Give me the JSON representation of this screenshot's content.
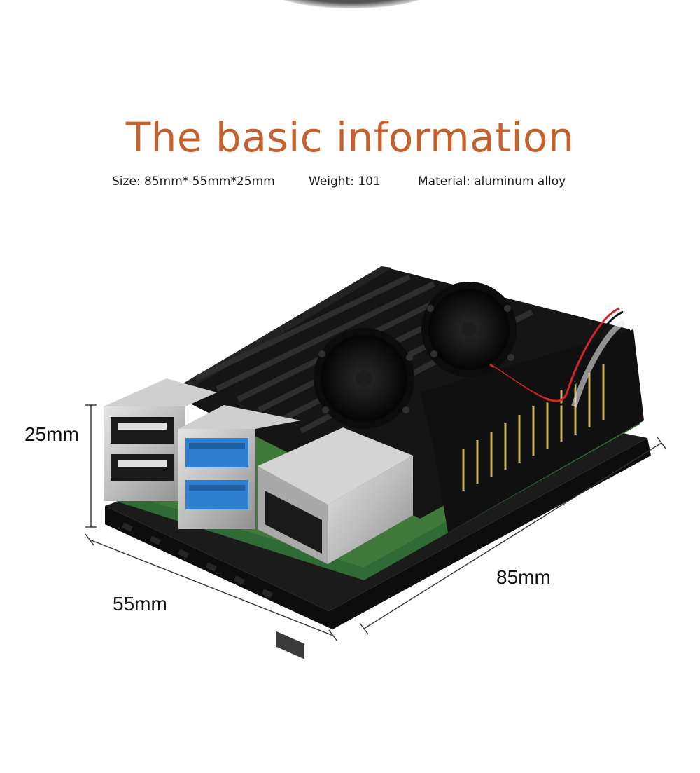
{
  "title": "The basic information",
  "specs": {
    "size": "Size: 85mm* 55mm*25mm",
    "weight": "Weight: 101",
    "material": "Material: aluminum alloy"
  },
  "dimensions": {
    "height": "25mm",
    "width": "55mm",
    "length": "85mm"
  },
  "colors": {
    "title": "#c4612f",
    "case": "#151515",
    "pcb": "#3f7a3a",
    "usb3": "#2e7fd0"
  }
}
